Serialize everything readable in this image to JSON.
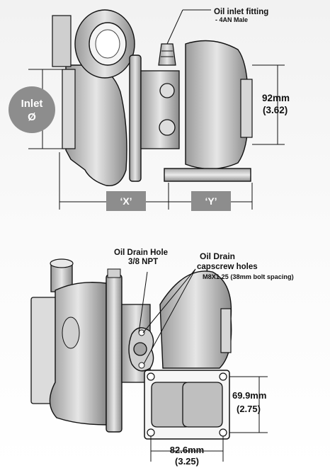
{
  "top_view": {
    "oil_inlet_title": "Oil inlet fitting",
    "oil_inlet_sub": "- 4AN Male",
    "inlet_label_line1": "Inlet",
    "inlet_label_line2": "Ø",
    "height_mm": "92mm",
    "height_in": "(3.62)",
    "dim_x": "‘X’",
    "dim_y": "‘Y’"
  },
  "bottom_view": {
    "oil_drain_hole_title": "Oil Drain Hole",
    "oil_drain_hole_sub": "3/8 NPT",
    "oil_drain_capscrew_line1": "Oil Drain",
    "oil_drain_capscrew_line2": "capscrew holes",
    "oil_drain_capscrew_spec": "M8X1.25 (38mm bolt spacing)",
    "flange_height_mm": "69.9mm",
    "flange_height_in": "(2.75)",
    "flange_width_mm": "82.6mm",
    "flange_width_in": "(3.25)"
  },
  "colors": {
    "badge_fill": "#8d8d8d",
    "badge_text": "#ffffff",
    "line": "#111111"
  }
}
